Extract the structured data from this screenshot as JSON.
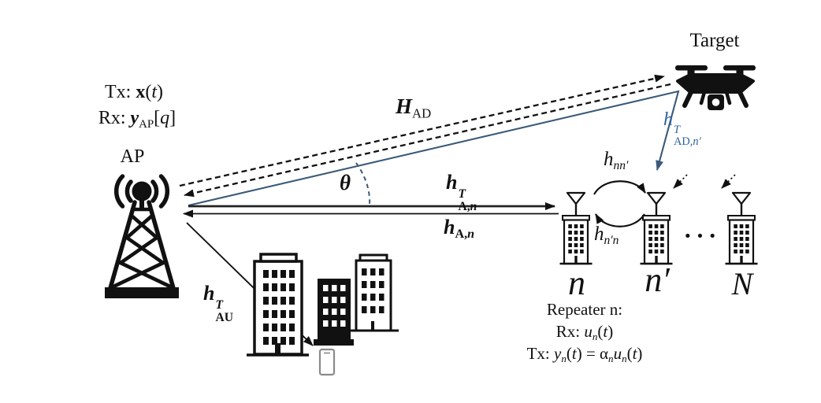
{
  "colors": {
    "ink": "#111111",
    "blue_line": "#3a5a78",
    "blue_text": "#2d629c",
    "phone_outline": "#8a8a8a"
  },
  "icons": {
    "ap": "radio-tower-icon",
    "target": "drone-icon",
    "users": [
      "building-outline-icon",
      "building-solid-icon",
      "building-outline-icon",
      "smartphone-icon"
    ],
    "repeater": "building-with-antenna-icon"
  },
  "ap": {
    "name": "AP",
    "tx": {
      "prefix": "Tx: ",
      "vec": "x",
      "open": "(",
      "arg": "t",
      "close": ")"
    },
    "rx": {
      "prefix": "Rx: ",
      "vec": "y",
      "sub": "AP",
      "open": "[",
      "arg": "q",
      "close": "]"
    }
  },
  "target": {
    "name": "Target"
  },
  "channels": {
    "ap_target": {
      "base": "H",
      "sub": "AD"
    },
    "angle": {
      "symbol": "θ"
    },
    "ap_to_n": {
      "base": "h",
      "sup": "T",
      "sub_rm": "A,",
      "sub_it": "n"
    },
    "n_to_ap": {
      "base": "h",
      "sub_rm": "A,",
      "sub_it": "n"
    },
    "ap_user": {
      "base": "h",
      "sup": "T",
      "sub_rm": "AU"
    },
    "target_to_nprime": {
      "base": "h",
      "sup": "T",
      "sub_rm": "AD,",
      "sub_it": "n′"
    },
    "n_to_nprime": {
      "base": "h",
      "sub_it": "nn′"
    },
    "nprime_to_n": {
      "base": "h",
      "sub_it": "n′n"
    }
  },
  "repeaters": {
    "first": "n",
    "second": "n′",
    "last": "N",
    "ellipsis": "···"
  },
  "note": {
    "title": "Repeater n:",
    "rx": {
      "prefix": "Rx: ",
      "var": "u",
      "sub": "n",
      "open": "(",
      "arg": "t",
      "close": ")"
    },
    "tx": {
      "prefix": "Tx: ",
      "var": "y",
      "sub": "n",
      "open": "(",
      "arg": "t",
      "close": ")",
      "eq": " = ",
      "gain": "α",
      "gain_sub": "n",
      "var2": "u",
      "sub2": "n",
      "open2": "(",
      "arg2": "t",
      "close2": ")"
    }
  }
}
